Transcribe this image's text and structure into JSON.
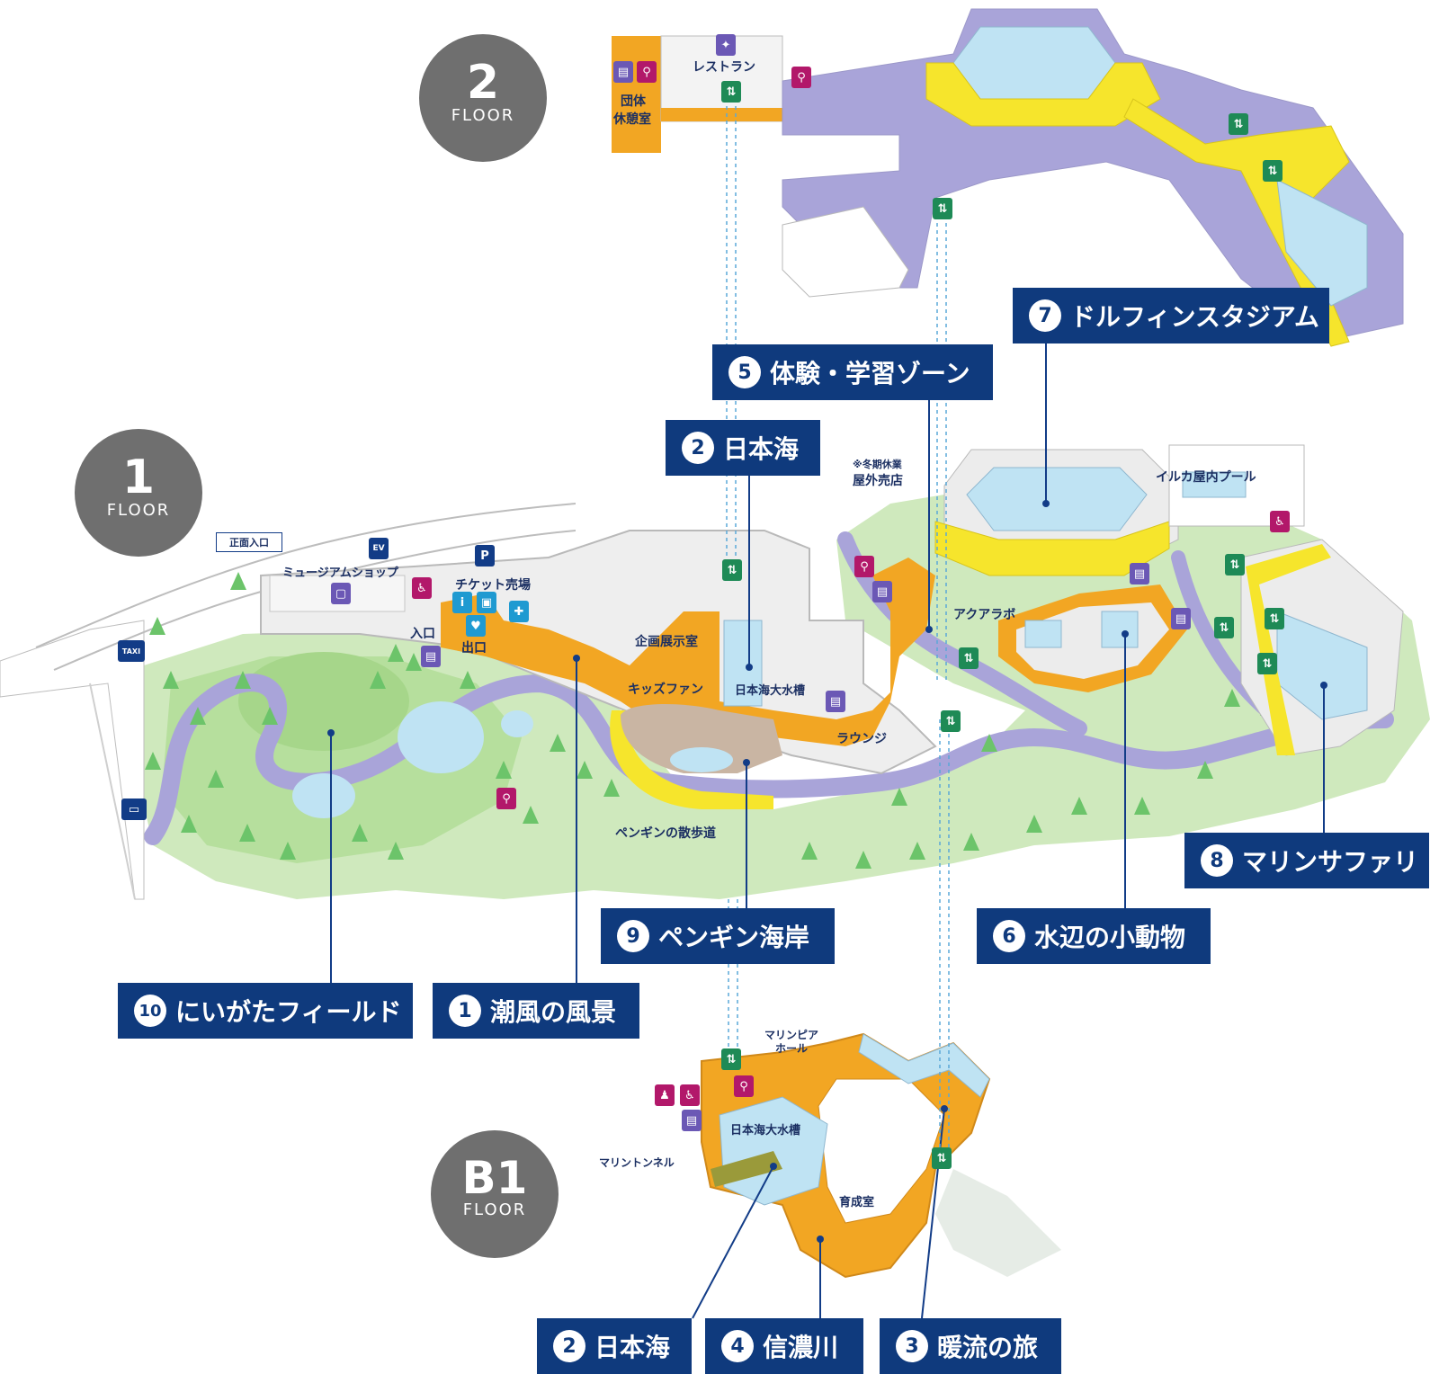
{
  "floors": {
    "f2": {
      "number": "2",
      "word": "FLOOR"
    },
    "f1": {
      "number": "1",
      "word": "FLOOR"
    },
    "b1": {
      "number": "B1",
      "word": "FLOOR"
    }
  },
  "zones": [
    {
      "id": "z7",
      "number": "7",
      "label": "ドルフィンスタジアム"
    },
    {
      "id": "z5",
      "number": "5",
      "label": "体験・学習ゾーン"
    },
    {
      "id": "z2a",
      "number": "2",
      "label": "日本海"
    },
    {
      "id": "z8",
      "number": "8",
      "label": "マリンサファリ"
    },
    {
      "id": "z9",
      "number": "9",
      "label": "ペンギン海岸"
    },
    {
      "id": "z6",
      "number": "6",
      "label": "水辺の小動物"
    },
    {
      "id": "z10",
      "number": "10",
      "label": "にいがたフィールド"
    },
    {
      "id": "z1",
      "number": "1",
      "label": "潮風の風景"
    },
    {
      "id": "z2b",
      "number": "2",
      "label": "日本海"
    },
    {
      "id": "z4",
      "number": "4",
      "label": "信濃川"
    },
    {
      "id": "z3",
      "number": "3",
      "label": "暖流の旅"
    }
  ],
  "place_labels": {
    "restaurant": "レストラン",
    "group_room_1": "団体",
    "group_room_2": "休憩室",
    "winter_note": "※冬期休業",
    "outdoor_shop": "屋外売店",
    "dolphin_indoor_pool": "イルカ屋内プール",
    "main_entrance": "正面入口",
    "museum_shop": "ミュージアムショップ",
    "ticket_office": "チケット売場",
    "entrance": "入口",
    "exit": "出口",
    "special_exhibit": "企画展示室",
    "kids_fan": "キッズファン",
    "sea_tank_1f": "日本海大水槽",
    "lounge": "ラウンジ",
    "aqua_lab": "アクアラボ",
    "penguin_walk": "ペンギンの散歩道",
    "marine_pia_hall_1": "マリンピア",
    "marine_pia_hall_2": "ホール",
    "sea_tank_b1": "日本海大水槽",
    "marine_tunnel": "マリントンネル",
    "nursery": "育成室"
  },
  "icon_text": {
    "ev": "EV",
    "parking": "P",
    "taxi": "TAXI"
  },
  "colors": {
    "floor_circle": "#6f6f6f",
    "label_navy": "#0f3a7d",
    "path_orange": "#f2a623",
    "walkway_purple": "#a9a4d9",
    "park_green": "#bfe3a8",
    "tree_green": "#6cc46a",
    "water_blue": "#bfe3f3",
    "stadium_yellow": "#f6e52c",
    "wc_magenta": "#b2186a",
    "elevator_green": "#1e8a56"
  }
}
